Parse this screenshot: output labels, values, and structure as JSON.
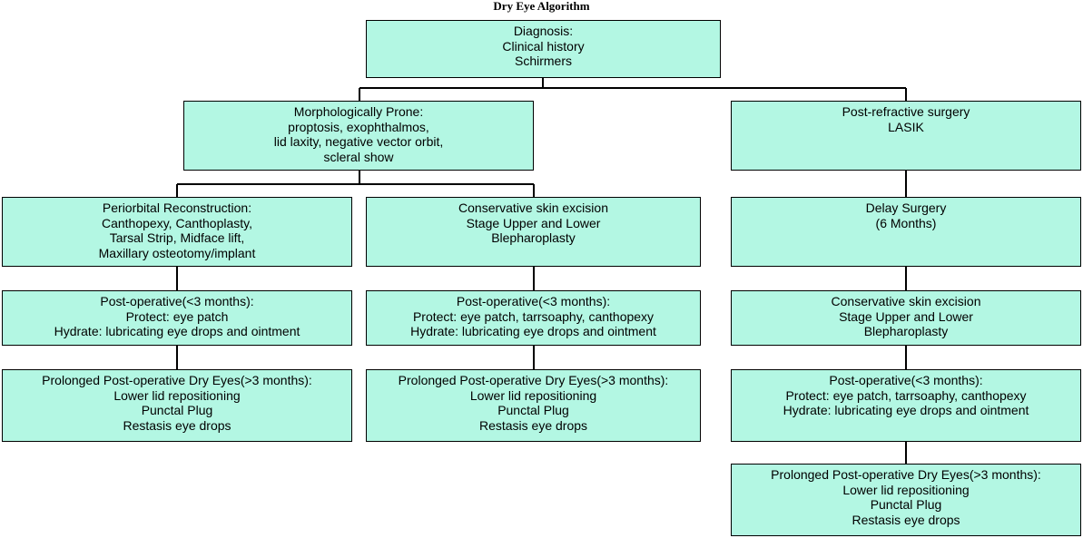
{
  "title": "Dry Eye Algorithm",
  "colors": {
    "box_fill": "#b3f7e3",
    "box_border": "#000000",
    "connector": "#000000"
  },
  "nodes": {
    "diagnosis": {
      "lines": [
        "Diagnosis:",
        "Clinical history",
        "Schirmers"
      ]
    },
    "morphologically_prone": {
      "lines": [
        "Morphologically Prone:",
        "proptosis, exophthalmos,",
        "lid laxity, negative vector orbit,",
        "scleral show"
      ]
    },
    "post_refractive": {
      "lines": [
        "Post-refractive surgery",
        "LASIK"
      ]
    },
    "periorbital_reconstruction": {
      "lines": [
        "Periorbital Reconstruction:",
        "Canthopexy, Canthoplasty,",
        "Tarsal Strip, Midface lift,",
        "Maxillary osteotomy/implant"
      ]
    },
    "conservative_excision_mid": {
      "lines": [
        "Conservative skin excision",
        "Stage Upper and Lower",
        "Blepharoplasty"
      ]
    },
    "delay_surgery": {
      "lines": [
        "Delay Surgery",
        "(6 Months)"
      ]
    },
    "postop_left": {
      "lines": [
        "Post-operative(<3 months):",
        "Protect: eye patch",
        "Hydrate: lubricating eye drops and ointment"
      ]
    },
    "postop_mid": {
      "lines": [
        "Post-operative(<3 months):",
        "Protect: eye patch, tarrsoaphy, canthopexy",
        "Hydrate: lubricating eye drops and ointment"
      ]
    },
    "conservative_excision_right": {
      "lines": [
        "Conservative skin excision",
        "Stage Upper and Lower",
        "Blepharoplasty"
      ]
    },
    "prolonged_left": {
      "lines": [
        "Prolonged Post-operative Dry Eyes(>3 months):",
        "Lower lid repositioning",
        "Punctal Plug",
        "Restasis eye drops"
      ]
    },
    "prolonged_mid": {
      "lines": [
        "Prolonged Post-operative Dry Eyes(>3 months):",
        "Lower lid repositioning",
        "Punctal Plug",
        "Restasis eye drops"
      ]
    },
    "postop_right": {
      "lines": [
        "Post-operative(<3 months):",
        "Protect: eye patch, tarrsoaphy, canthopexy",
        "Hydrate: lubricating eye drops and ointment"
      ]
    },
    "prolonged_right": {
      "lines": [
        "Prolonged Post-operative Dry Eyes(>3 months):",
        "Lower lid repositioning",
        "Punctal Plug",
        "Restasis eye drops"
      ]
    }
  }
}
